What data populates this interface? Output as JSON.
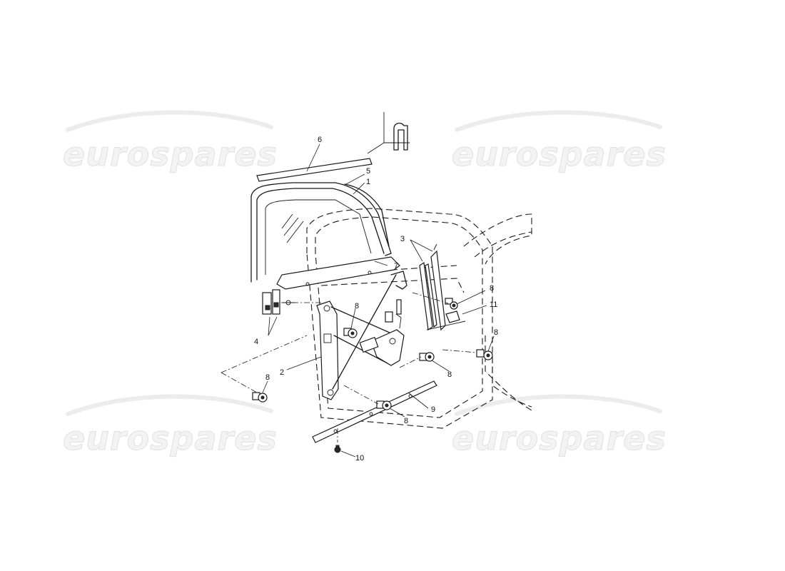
{
  "watermark": {
    "text": "eurospares"
  },
  "callouts": [
    {
      "id": "c6a",
      "label": "6"
    },
    {
      "id": "c5",
      "label": "5"
    },
    {
      "id": "c1",
      "label": "1"
    },
    {
      "id": "c3",
      "label": "3"
    },
    {
      "id": "c7",
      "label": "7"
    },
    {
      "id": "c8a",
      "label": "8"
    },
    {
      "id": "c11",
      "label": "11"
    },
    {
      "id": "c8b",
      "label": "8"
    },
    {
      "id": "c8c",
      "label": "8"
    },
    {
      "id": "c4",
      "label": "4"
    },
    {
      "id": "c2",
      "label": "2"
    },
    {
      "id": "c8d",
      "label": "8"
    },
    {
      "id": "c8e",
      "label": "8"
    },
    {
      "id": "c9",
      "label": "9"
    },
    {
      "id": "c8f",
      "label": "8"
    },
    {
      "id": "c10",
      "label": "10"
    }
  ]
}
